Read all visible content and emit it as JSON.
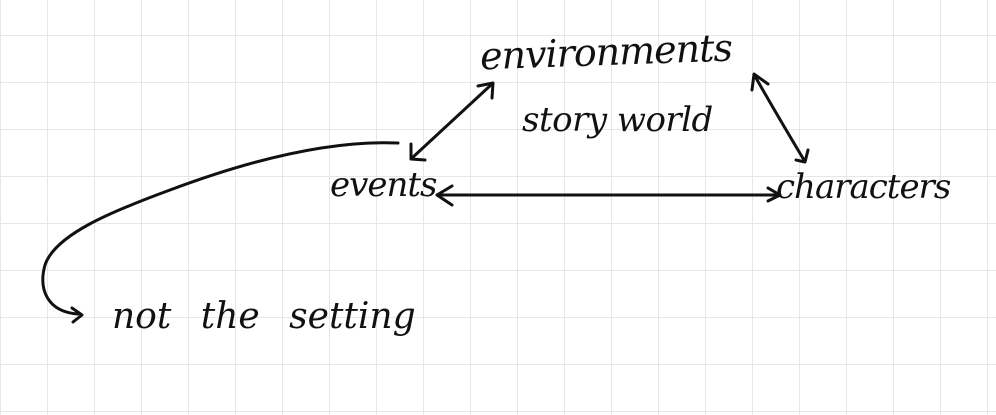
{
  "diagram": {
    "nodes": {
      "environments": "environments",
      "events": "events",
      "characters": "characters"
    },
    "center_label": "story world",
    "annotation": "not the setting"
  },
  "colors": {
    "ink": "#111111",
    "grid": "#e6e6e6",
    "background": "#ffffff"
  }
}
